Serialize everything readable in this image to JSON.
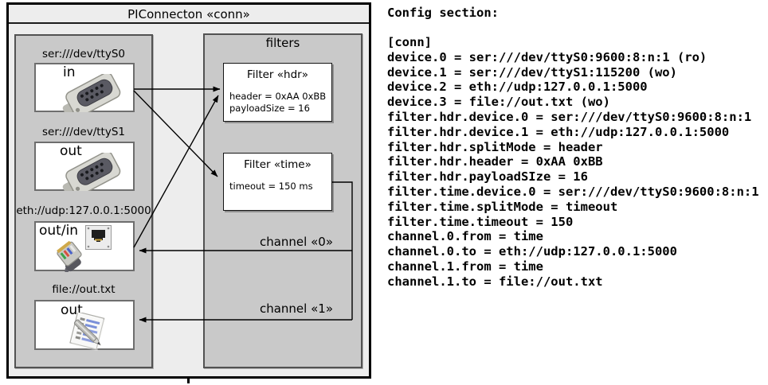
{
  "diagram": {
    "title": "PIConnecton «conn»",
    "filters_label": "filters",
    "devices": [
      {
        "label": "ser:///dev/ttyS0",
        "direction": "in",
        "icon": "serial-connector-icon"
      },
      {
        "label": "ser:///dev/ttyS1",
        "direction": "out",
        "icon": "serial-connector-icon"
      },
      {
        "label": "eth://udp:127.0.0.1:5000",
        "direction": "out/in",
        "icon": "ethernet-jack-icon"
      },
      {
        "label": "file://out.txt",
        "direction": "out",
        "icon": "notepad-pen-icon"
      }
    ],
    "filters": [
      {
        "title": "Filter «hdr»",
        "props": [
          "header = 0xAA 0xBB",
          "payloadSize = 16"
        ]
      },
      {
        "title": "Filter «time»",
        "props": [
          "timeout = 150 ms"
        ]
      }
    ],
    "channels": [
      {
        "label": "channel «0»"
      },
      {
        "label": "channel «1»"
      }
    ],
    "connections": [
      "ser:///dev/ttyS0 -> Filter «hdr»",
      "ser:///dev/ttyS0 -> Filter «time»",
      "eth://udp:127.0.0.1:5000 -> Filter «hdr»",
      "Filter «time» -> channel «0» -> eth://udp:127.0.0.1:5000",
      "Filter «time» -> channel «1» -> file://out.txt"
    ]
  },
  "config": {
    "heading": "Config section:",
    "lines": [
      "[conn]",
      "device.0 = ser:///dev/ttyS0:9600:8:n:1 (ro)",
      "device.1 = ser:///dev/ttyS1:115200 (wo)",
      "device.2 = eth://udp:127.0.0.1:5000",
      "device.3 = file://out.txt (wo)",
      "filter.hdr.device.0 = ser:///dev/ttyS0:9600:8:n:1",
      "filter.hdr.device.1 = eth://udp:127.0.0.1:5000",
      "filter.hdr.splitMode = header",
      "filter.hdr.header = 0xAA 0xBB",
      "filter.hdr.payloadSIze = 16",
      "filter.time.device.0 = ser:///dev/ttyS0:9600:8:n:1",
      "filter.time.splitMode = timeout",
      "filter.time.timeout = 150",
      "channel.0.from = time",
      "channel.0.to = eth://udp:127.0.0.1:5000",
      "channel.1.from = time",
      "channel.1.to = file://out.txt"
    ]
  }
}
